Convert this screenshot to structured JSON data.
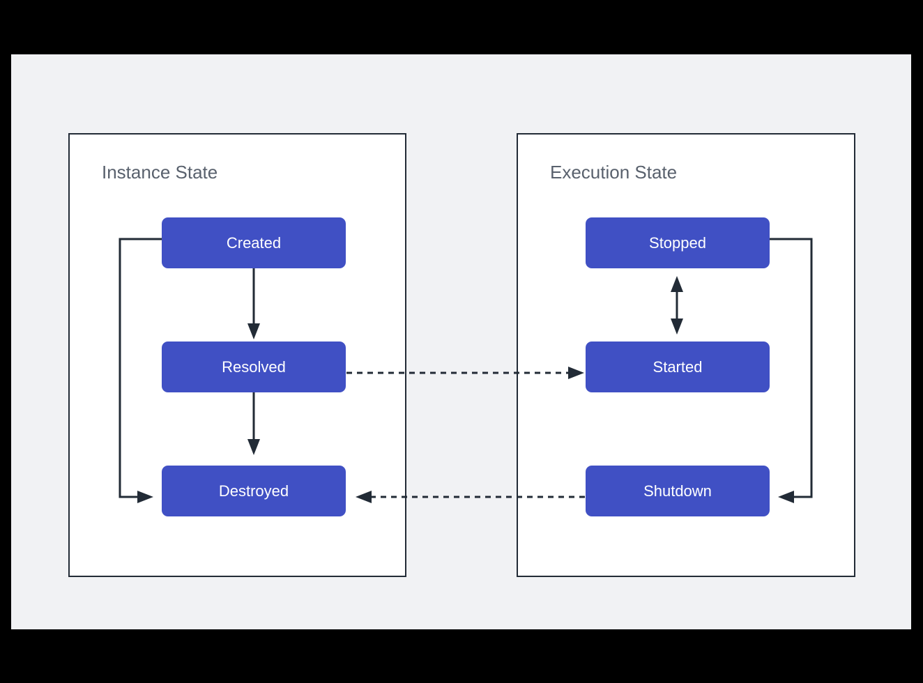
{
  "canvas": {
    "background": "#f1f2f4",
    "outer_background": "#000000",
    "node_color": "#4050c4",
    "line_color": "#222b36",
    "panel_fill": "#ffffff",
    "title_color": "#59616d"
  },
  "diagram": {
    "type": "state-diagram",
    "panels": [
      {
        "id": "instance-state",
        "title": "Instance State",
        "nodes": [
          {
            "id": "created",
            "label": "Created"
          },
          {
            "id": "resolved",
            "label": "Resolved"
          },
          {
            "id": "destroyed",
            "label": "Destroyed"
          }
        ]
      },
      {
        "id": "execution-state",
        "title": "Execution State",
        "nodes": [
          {
            "id": "stopped",
            "label": "Stopped"
          },
          {
            "id": "started",
            "label": "Started"
          },
          {
            "id": "shutdown",
            "label": "Shutdown"
          }
        ]
      }
    ],
    "transitions": [
      {
        "id": "created-to-resolved",
        "from": "created",
        "to": "resolved",
        "style": "solid",
        "direction": "one-way"
      },
      {
        "id": "resolved-to-destroyed",
        "from": "resolved",
        "to": "destroyed",
        "style": "solid",
        "direction": "one-way"
      },
      {
        "id": "created-to-destroyed",
        "from": "created",
        "to": "destroyed",
        "style": "solid",
        "direction": "one-way"
      },
      {
        "id": "resolved-to-started",
        "from": "resolved",
        "to": "started",
        "style": "dashed",
        "direction": "one-way"
      },
      {
        "id": "stopped-started",
        "from": "stopped",
        "to": "started",
        "style": "solid",
        "direction": "two-way"
      },
      {
        "id": "stopped-to-shutdown",
        "from": "stopped",
        "to": "shutdown",
        "style": "solid",
        "direction": "one-way"
      },
      {
        "id": "shutdown-to-destroyed",
        "from": "shutdown",
        "to": "destroyed",
        "style": "dashed",
        "direction": "one-way"
      }
    ]
  }
}
